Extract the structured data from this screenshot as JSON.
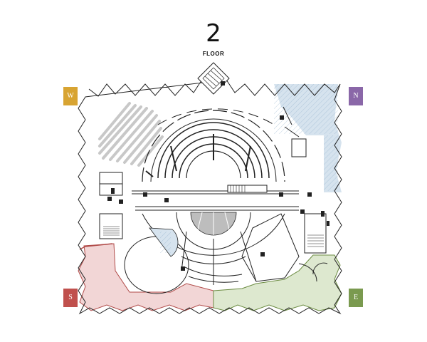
{
  "floor": {
    "number": "2",
    "label": "FLOOR"
  },
  "compass": {
    "west": {
      "letter": "W",
      "color": "#d8a432"
    },
    "north": {
      "letter": "N",
      "color": "#8a67a8"
    },
    "south": {
      "letter": "S",
      "color": "#c0504d"
    },
    "east": {
      "letter": "E",
      "color": "#7a9a4f"
    }
  },
  "zones": {
    "north_fill": "#d6e3ee",
    "south_fill": "#f2d6d6",
    "east_fill": "#dde8cf",
    "stage_fill": "#bdbdbd"
  }
}
